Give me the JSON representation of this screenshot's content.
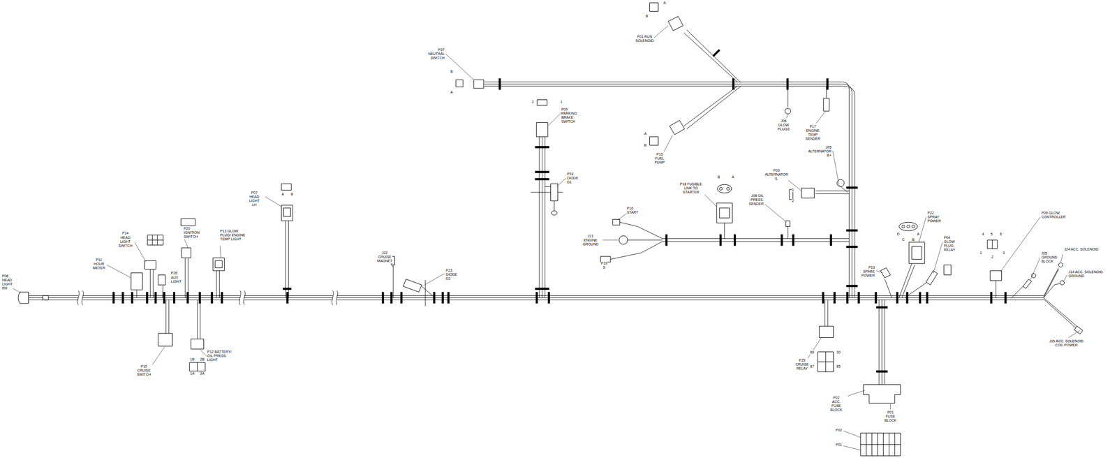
{
  "diagram": {
    "labels": [
      "A",
      "B",
      "P01 RUN SOLENOID",
      "P27 NEUTRAL SWITCH",
      "B",
      "A",
      "2",
      "1",
      "P09 PARKING BRAKE SWITCH",
      "J06 GLOW PLUGS",
      "P17 ENGINE TEMP SENDER",
      "A",
      "B",
      "J05 ALTERNATOR B+",
      "P15 FUEL PUMP",
      "P03 ALTERNATOR IL",
      "P24 DIODE D1",
      "B",
      "A",
      "P18 FUSIBLE LINK TO STARTER",
      "P07 HEAD LIGHT LH",
      "A",
      "B",
      "1",
      "2",
      "J08 OIL PRESS. SENDER",
      "P16 START",
      "P22 SPRAY POWER",
      "P06 GLOW CONTROLLER",
      "P20 IGNITION SWITCH",
      "P13 GLOW PLUG/ ENGINE TEMP LIGHT",
      "P14 HEAD LIGHT SWITCH",
      "D",
      "A",
      "C",
      "B",
      "4",
      "5",
      "6",
      "1",
      "3",
      "2",
      "P04 GLOW PLUG RELAY",
      "J21 ENGINE GROUND",
      "J24 ACC. SOLENOID",
      "J22 CRUISE MAGNET",
      "J25 GROUND BLOCK",
      "P11 HOUR METER",
      "P19 S",
      "P13 SPARE POWER",
      "P23 DIODE D2",
      "J14 ACC. SOLENOID GROUND",
      "P26 AUX LIGHT",
      "P08 HEAD LIGHT RH",
      "J15 ACC. SOLENOID COIL POWER",
      "86",
      "30",
      "87",
      "85",
      "P12 BATTERY/ OIL PRESS. LIGHT",
      "1B",
      "2B",
      "1A",
      "2A",
      "P25 CRUISE RELAY",
      "P10 CRUISE SWITCH",
      "P02 ACC. FUSE BLOCK",
      "P01 FUSE BLOCK",
      "P02",
      "P01"
    ]
  }
}
